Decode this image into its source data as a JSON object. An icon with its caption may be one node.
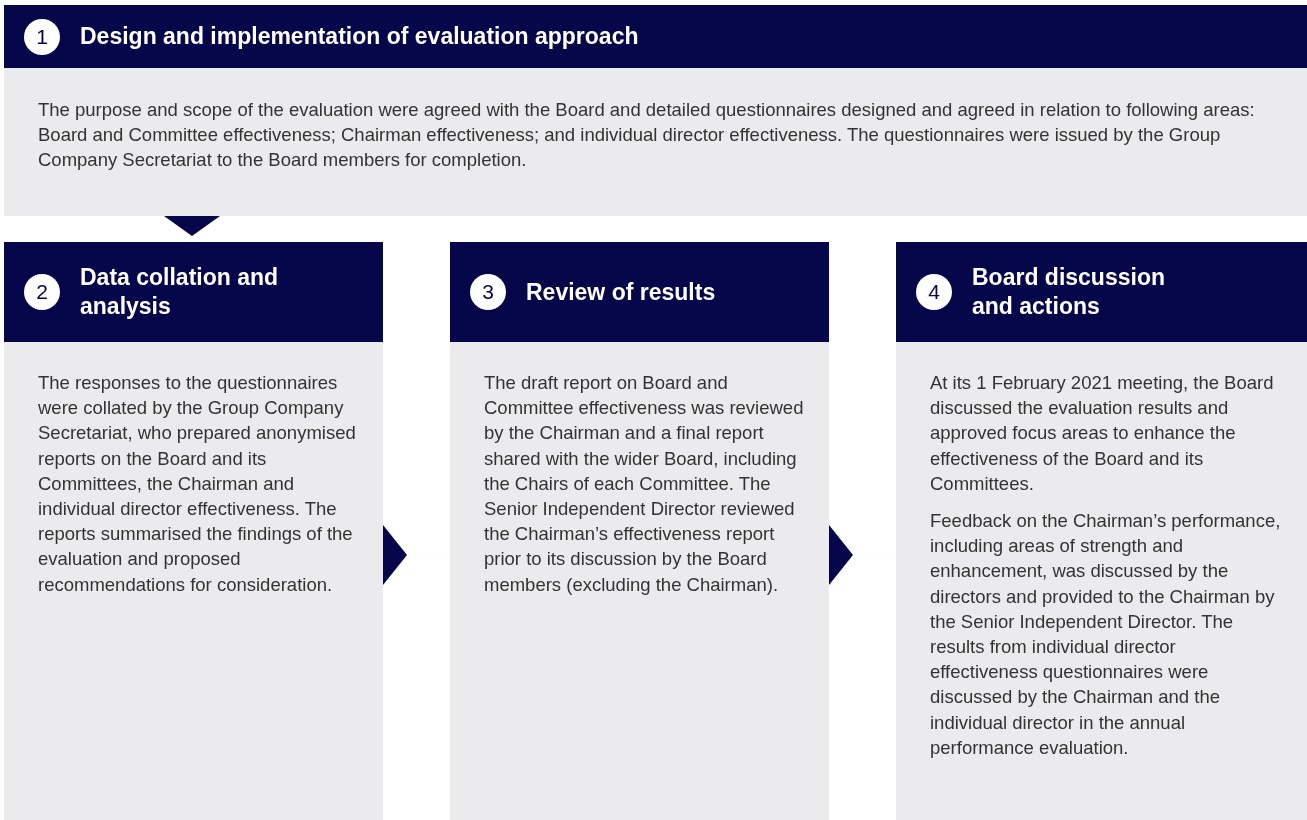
{
  "diagram": {
    "nodes": [
      {
        "text": [
          "1",
          "Design and implementation of evaluation approach",
          "The purpose and scope of the evaluation were agreed with the Board and detailed questionnaires designed and agreed in relation to following areas: Board and Committee effectiveness; Chairman effectiveness; and individual director effectiveness. The questionnaires were issued by the Group Company Secretariat to the Board members for completion."
        ]
      },
      {
        "text": [
          "2",
          "Data collation and analysis",
          "The responses to the questionnaires were collated by the Group Company Secretariat, who prepared anonymised reports on the Board and its Committees, the Chairman and individual director effectiveness. The reports summarised the findings of the evaluation and proposed recommendations for consideration."
        ]
      },
      {
        "text": [
          "3",
          "Review of results",
          "The draft report on Board and Committee effectiveness was reviewed by the Chairman and a final report shared with the wider Board, including the Chairs of each Committee. The Senior Independent Director reviewed the Chairman’s effectiveness report prior to its discussion by the Board members (excluding the Chairman)."
        ]
      },
      {
        "text": [
          "4",
          "Board discussion and actions",
          "At its 1 February 2021 meeting, the Board discussed the evaluation results and approved focus areas to enhance the effectiveness of the Board and its Committees.",
          "Feedback on the Chairman’s performance, including areas of strength and enhancement, was discussed by the directors and provided to the Chairman by the Senior Independent Director. The results from individual director effectiveness questionnaires were discussed by the Chairman and the individual director in the annual performance evaluation."
        ]
      }
    ],
    "edges": [
      {
        "from": 0,
        "to": 1,
        "arrow": "to"
      },
      {
        "from": 1,
        "to": 2,
        "arrow": "to"
      },
      {
        "from": 2,
        "to": 3,
        "arrow": "to"
      }
    ]
  }
}
